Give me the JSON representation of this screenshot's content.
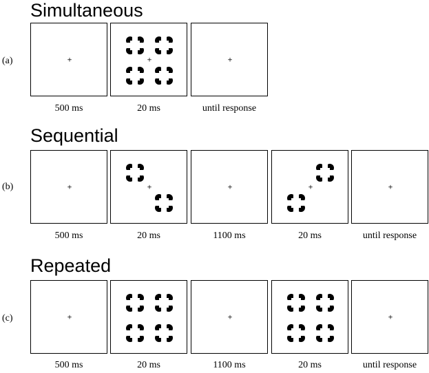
{
  "rows": [
    {
      "title": "Simultaneous",
      "label": "(a)",
      "frames": [
        {
          "caption": "500 ms",
          "content": "fixation"
        },
        {
          "caption": "20 ms",
          "content": "inducers-four-with-fixation"
        },
        {
          "caption": "until response",
          "content": "fixation"
        }
      ]
    },
    {
      "title": "Sequential",
      "label": "(b)",
      "frames": [
        {
          "caption": "500 ms",
          "content": "fixation"
        },
        {
          "caption": "20 ms",
          "content": "inducers-diagonal-main-with-fixation"
        },
        {
          "caption": "1100 ms",
          "content": "fixation"
        },
        {
          "caption": "20 ms",
          "content": "inducers-diagonal-anti-with-fixation"
        },
        {
          "caption": "until response",
          "content": "fixation"
        }
      ]
    },
    {
      "title": "Repeated",
      "label": "(c)",
      "frames": [
        {
          "caption": "500 ms",
          "content": "fixation"
        },
        {
          "caption": "20 ms",
          "content": "inducers-four"
        },
        {
          "caption": "1100 ms",
          "content": "fixation"
        },
        {
          "caption": "20 ms",
          "content": "inducers-four"
        },
        {
          "caption": "until response",
          "content": "fixation"
        }
      ]
    }
  ],
  "fixation_symbol": "+",
  "icons": {
    "inducer": "pacman-square-inducer-icon"
  }
}
